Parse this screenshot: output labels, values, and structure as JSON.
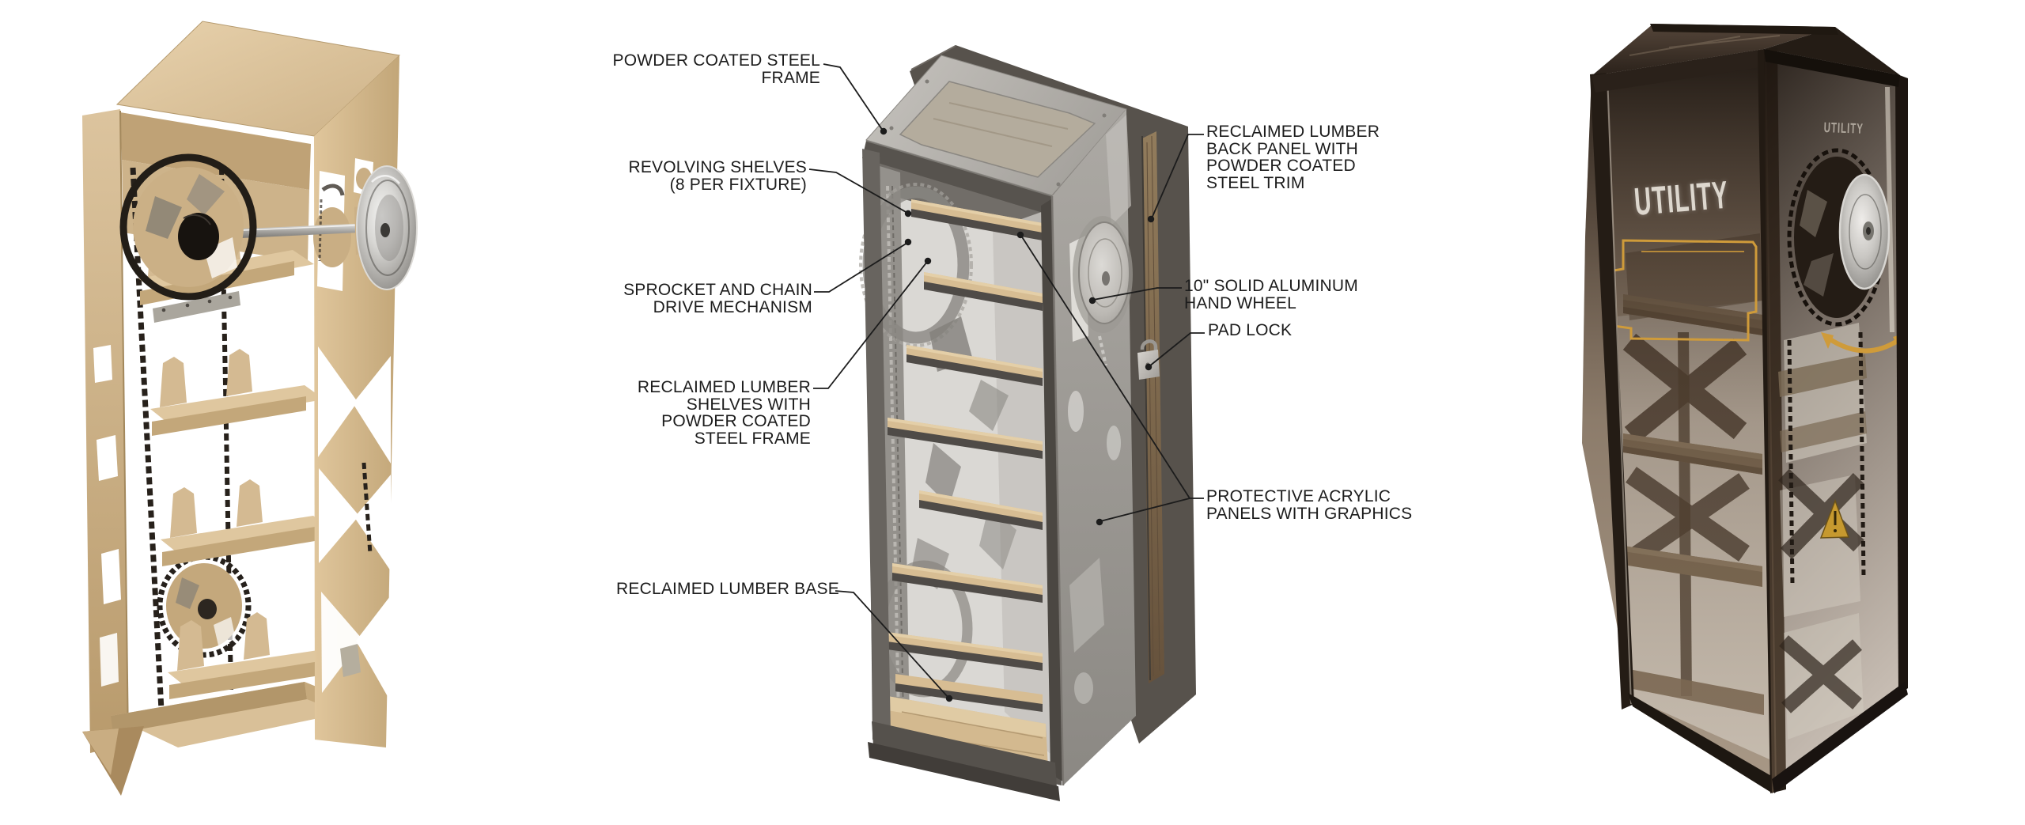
{
  "colors": {
    "background": "#ffffff",
    "annotation_text": "#1c1c1c",
    "leader_line": "#1c1c1c",
    "gold_accent": "#cf9b3a",
    "prototype_wood": "#d3b990",
    "cad_steel_gray": "#a3a09b",
    "shelf_lumber": "#d6bc92",
    "bronze_finish": "#3a2f26",
    "warning_yellow": "#c6992f"
  },
  "branding": {
    "front_panel_text": "UTILITY",
    "side_panel_text": "UTILITY"
  },
  "annotations": {
    "left_labels": [
      {
        "id": "powder-coated-steel-frame",
        "text": "POWDER COATED STEEL\nFRAME"
      },
      {
        "id": "revolving-shelves",
        "text": "REVOLVING SHELVES\n(8 PER FIXTURE)"
      },
      {
        "id": "sprocket-chain-drive",
        "text": "SPROCKET AND CHAIN\nDRIVE MECHANISM"
      },
      {
        "id": "reclaimed-lumber-shelves",
        "text": "RECLAIMED LUMBER\nSHELVES WITH\nPOWDER COATED\nSTEEL FRAME"
      },
      {
        "id": "reclaimed-lumber-base",
        "text": "RECLAIMED LUMBER BASE"
      }
    ],
    "right_labels": [
      {
        "id": "reclaimed-lumber-back-panel",
        "text": "RECLAIMED LUMBER\nBACK PANEL WITH\nPOWDER COATED\nSTEEL TRIM"
      },
      {
        "id": "solid-aluminum-hand-wheel",
        "text": "10\" SOLID ALUMINUM\nHAND WHEEL"
      },
      {
        "id": "pad-lock",
        "text": "PAD LOCK"
      },
      {
        "id": "protective-acrylic-panels",
        "text": "PROTECTIVE ACRYLIC\nPANELS WITH GRAPHICS"
      }
    ]
  }
}
